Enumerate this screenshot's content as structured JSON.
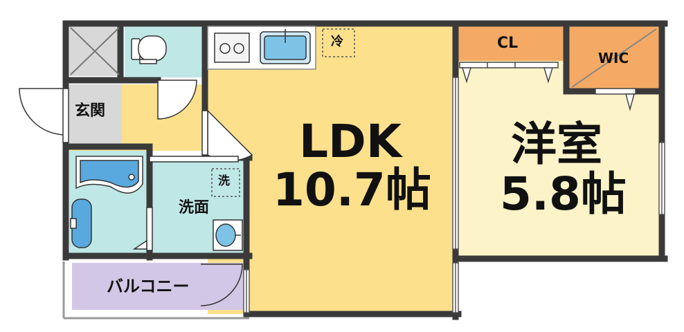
{
  "rooms": {
    "ldk": {
      "name": "LDK",
      "size": "10.7帖"
    },
    "western_room": {
      "name": "洋室",
      "size": "5.8帖"
    },
    "closet": {
      "name": "CL"
    },
    "walk_in_closet": {
      "name": "WIC"
    },
    "entrance": {
      "name": "玄関"
    },
    "washroom": {
      "name": "洗面"
    },
    "balcony": {
      "name": "バルコニー"
    }
  },
  "fixtures": {
    "fridge_space": "冷",
    "washer_space": "洗"
  },
  "icons": [
    "window-cross-icon",
    "toilet-icon",
    "stove-icon",
    "sink-icon",
    "bathtub-icon",
    "washbasin-icon",
    "washer-icon",
    "door-swing-icon"
  ],
  "colors": {
    "ldk_floor": "#FCE08C",
    "room_floor": "#FDF3C8",
    "wet_area": "#BFE7E6",
    "closet": "#F4AA64",
    "balcony": "#D2C7E6",
    "entrance": "#D8D8D8",
    "wall": "#3A3A3A"
  }
}
